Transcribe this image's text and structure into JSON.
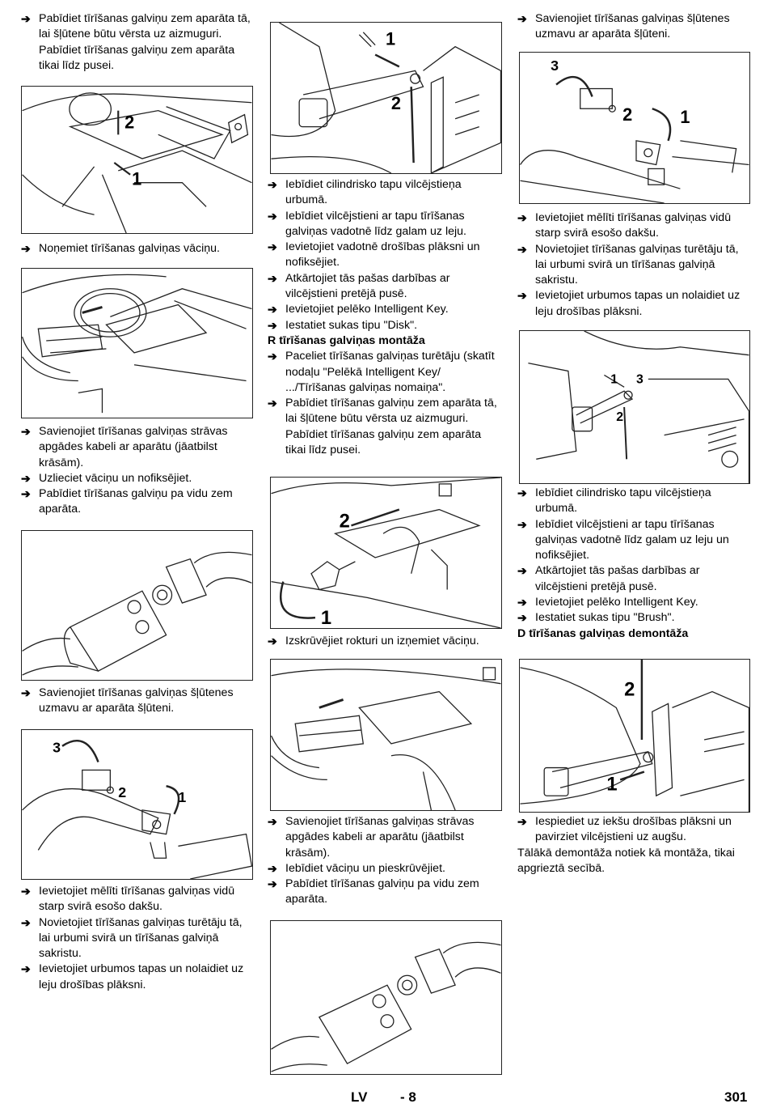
{
  "col1": {
    "s1": [
      "Pabīdiet tīrīšanas galviņu zem aparāta tā, lai šļūtene būtu vērsta uz aizmuguri. Pabīdiet tīrīšanas galviņu zem aparāta tikai līdz pusei."
    ],
    "s2": [
      "Noņemiet tīrīšanas galviņas vāciņu."
    ],
    "s3": [
      "Savienojiet tīrīšanas galviņas strāvas apgādes kabeli ar aparātu (jāatbilst krāsām).",
      "Uzlieciet vāciņu un nofiksējiet.",
      "Pabīdiet tīrīšanas galviņu pa vidu zem aparāta."
    ],
    "s4": [
      "Savienojiet tīrīšanas galviņas šļūtenes uzmavu ar aparāta šļūteni."
    ],
    "s5": [
      "Ievietojiet mēlīti tīrīšanas galviņas vidū starp svirā esošo dakšu.",
      "Novietojiet tīrīšanas galviņas turētāju tā, lai urbumi svirā un tīrīšanas galviņā sakristu.",
      "Ievietojiet urbumos tapas un nolaidiet uz leju drošības plāksni."
    ]
  },
  "col2": {
    "s1": [
      "Iebīdiet cilindrisko tapu vilcējstieņa urbumā.",
      "Iebīdiet vilcējstieni ar tapu tīrīšanas galviņas vadotnē līdz galam uz leju.",
      "Ievietojiet vadotnē drošības plāksni un nofiksējiet.",
      "Atkārtojiet tās pašas darbības ar vilcējstieni pretējā pusē.",
      "Ievietojiet pelēko Intelligent Key.",
      "Iestatiet sukas tipu \"Disk\"."
    ],
    "heading": "R tīrīšanas galviņas montāža",
    "s2": [
      "Paceliet tīrīšanas galviņas turētāju (skatīt nodaļu \"Pelēkā Intelligent Key/ .../Tīrīšanas galviņas nomaiņa\".",
      "Pabīdiet tīrīšanas galviņu zem aparāta tā, lai šļūtene būtu vērsta uz aizmuguri. Pabīdiet tīrīšanas galviņu zem aparāta tikai līdz pusei."
    ],
    "s3": [
      "Izskrūvējiet rokturi un izņemiet vāciņu."
    ],
    "s4": [
      "Savienojiet tīrīšanas galviņas strāvas apgādes kabeli ar aparātu (jāatbilst krāsām).",
      "Iebīdiet vāciņu un pieskrūvējiet.",
      "Pabīdiet tīrīšanas galviņu pa vidu zem aparāta."
    ]
  },
  "col3": {
    "s1": [
      "Savienojiet tīrīšanas galviņas šļūtenes uzmavu ar aparāta šļūteni."
    ],
    "s2": [
      "Ievietojiet mēlīti tīrīšanas galviņas vidū starp svirā esošo dakšu.",
      "Novietojiet tīrīšanas galviņas turētāju tā, lai urbumi svirā un tīrīšanas galviņā sakristu.",
      "Ievietojiet urbumos tapas un nolaidiet uz leju drošības plāksni."
    ],
    "s3": [
      "Iebīdiet cilindrisko tapu vilcējstieņa urbumā.",
      "Iebīdiet vilcējstieni ar tapu tīrīšanas galviņas vadotnē līdz galam uz leju un nofiksējiet.",
      "Atkārtojiet tās pašas darbības ar vilcējstieni pretējā pusē.",
      "Ievietojiet pelēko Intelligent Key.",
      "Iestatiet sukas tipu \"Brush\"."
    ],
    "heading": "D tīrīšanas galviņas demontāža",
    "s4": [
      "Iespiediet uz iekšu drošības plāksni un pavirziet vilcējstieni uz augšu."
    ],
    "note": "Tālākā demontāža notiek kā montāža, tikai apgrieztā secībā."
  },
  "figures": {
    "f1": [
      "2",
      "1"
    ],
    "f2": [],
    "f3": [],
    "f4": [
      "3",
      "2",
      "1"
    ],
    "f5": [
      "1",
      "2"
    ],
    "f6": [
      "2",
      "1"
    ],
    "f7": [],
    "f8": [],
    "f9": [
      "3",
      "2",
      "1"
    ],
    "f10": [
      "1",
      "3",
      "2"
    ],
    "f11": [
      "2",
      "1"
    ]
  },
  "footer": {
    "lang": "LV",
    "sub": "- 8",
    "page": "301"
  },
  "step_icon": "arrow-right-icon"
}
